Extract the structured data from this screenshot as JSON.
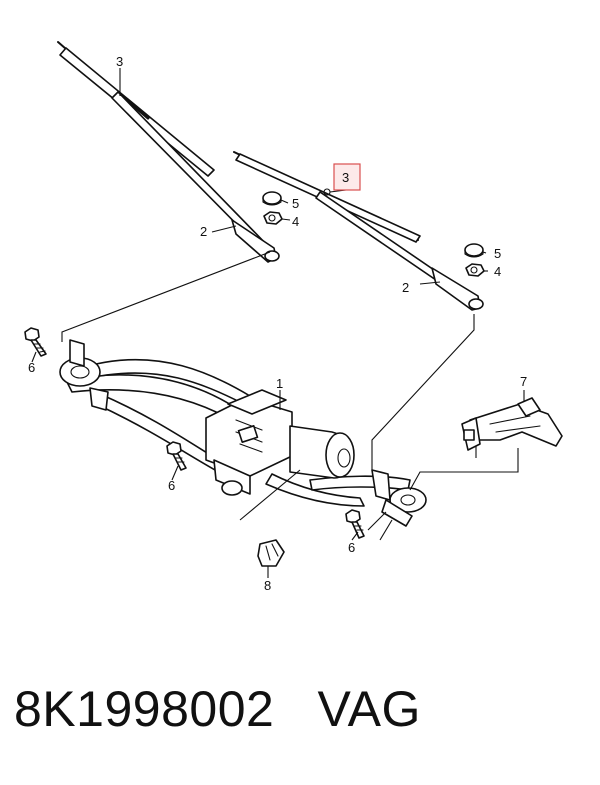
{
  "labels": {
    "wiper_blade_left": "3",
    "wiper_blade_right": "3",
    "wiper_arm_left": "2",
    "wiper_arm_right": "2",
    "cap_left": "5",
    "cap_right": "5",
    "nut_left": "4",
    "nut_right": "4",
    "bolt_left": "6",
    "bolt_center": "6",
    "bolt_right": "6",
    "motor": "1",
    "bracket": "7",
    "grommet": "8"
  },
  "highlighted_label": "3",
  "caption": {
    "part_number": "8K1998002",
    "brand": "VAG"
  },
  "colors": {
    "highlight_border": "#d94f4f",
    "highlight_fill": "#fdeaea",
    "line": "#111111"
  }
}
